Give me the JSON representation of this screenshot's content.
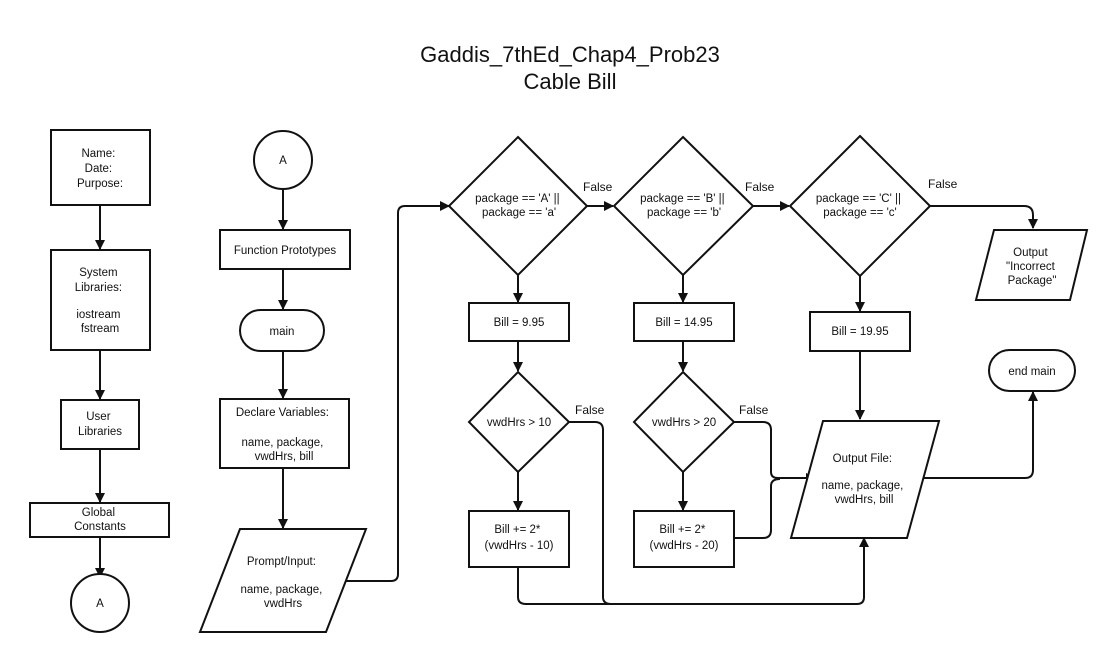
{
  "title": [
    "Gaddis_7thEd_Chap4_Prob23",
    "Cable Bill"
  ],
  "nodes": {
    "header": [
      "Name:",
      "Date:",
      "Purpose:"
    ],
    "sys_libs": [
      "System",
      "Libraries:",
      "",
      "iostream",
      "fstream"
    ],
    "user_libs": [
      "User",
      "Libraries"
    ],
    "global_const": [
      "Global",
      "Constants"
    ],
    "connector_bottom": [
      "A"
    ],
    "connector_top": [
      "A"
    ],
    "func_proto": [
      "Function Prototypes"
    ],
    "main": [
      "main"
    ],
    "declare": [
      "Declare Variables:",
      "",
      "name, package,",
      "vwdHrs, bill"
    ],
    "prompt": [
      "Prompt/Input:",
      "",
      "name, package,",
      "vwdHrs"
    ],
    "dec_a": [
      "package == 'A' ||",
      "package == 'a'"
    ],
    "dec_b": [
      "package == 'B' ||",
      "package == 'b'"
    ],
    "dec_c": [
      "package == 'C' ||",
      "package == 'c'"
    ],
    "bill_a": [
      "Bill = 9.95"
    ],
    "bill_b": [
      "Bill = 14.95"
    ],
    "bill_c": [
      "Bill = 19.95"
    ],
    "hrs_a": [
      "vwdHrs > 10"
    ],
    "hrs_b": [
      "vwdHrs > 20"
    ],
    "add_a": [
      "Bill += 2*",
      "(vwdHrs - 10)"
    ],
    "add_b": [
      "Bill += 2*",
      "(vwdHrs - 20)"
    ],
    "output_file": [
      "Output File:",
      "",
      "name, package,",
      "vwdHrs, bill"
    ],
    "incorrect": [
      "Output",
      "\"Incorrect",
      "Package\""
    ],
    "end_main": [
      "end main"
    ]
  },
  "edge_labels": {
    "false_a": "False",
    "false_b": "False",
    "false_c": "False",
    "false_hrs_a": "False",
    "false_hrs_b": "False"
  }
}
